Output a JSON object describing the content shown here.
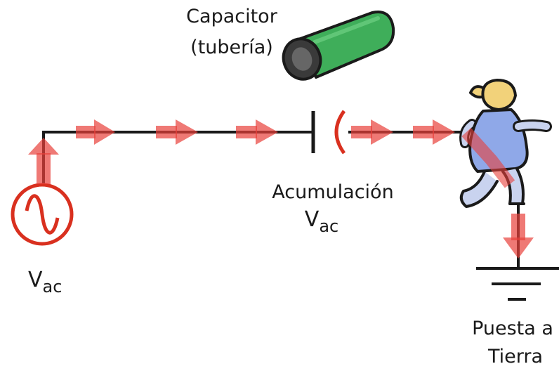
{
  "labels": {
    "capacitor_line1": "Capacitor",
    "capacitor_line2": "(tubería)",
    "accumulation": "Acumulación",
    "accumulation_v": "V",
    "accumulation_sub": "ac",
    "source_v": "V",
    "source_sub": "ac",
    "ground_line1": "Puesta a",
    "ground_line2": "Tierra"
  },
  "colors": {
    "wire": "#1a1a1a",
    "current_arrow": "#e8403b",
    "source": "#d9301f",
    "pipe_body": "#3fae5a",
    "pipe_dark": "#333333",
    "person_dress": "#8fa8e8",
    "person_skin": "#c9d3ef",
    "person_hair": "#f2d27a"
  },
  "icons": {
    "source": "ac-source-icon",
    "pipe": "pipe-icon",
    "person": "person-icon",
    "ground": "ground-icon"
  }
}
